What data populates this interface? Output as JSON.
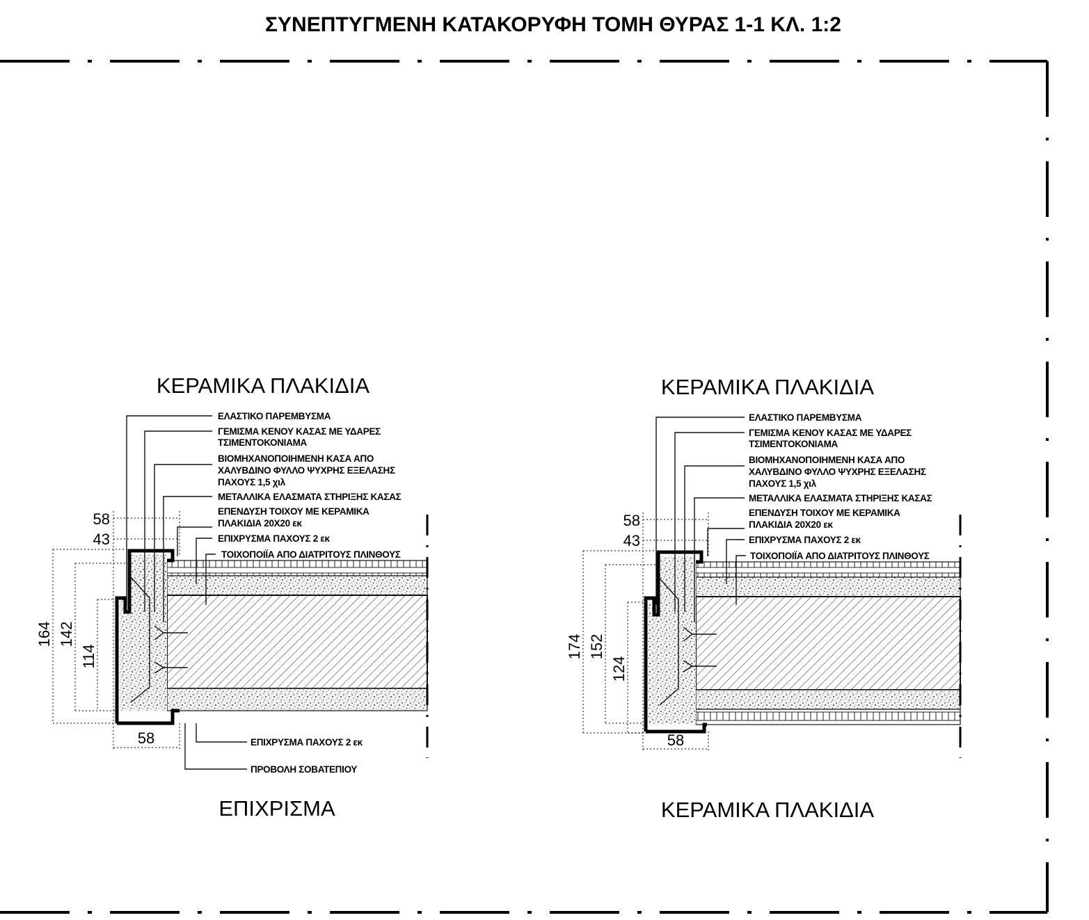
{
  "title": "ΣΥΝΕΠΤΥΓΜΕΝΗ ΚΑΤΑΚΟΡΥΦΗ ΤΟΜΗ  ΘΥΡΑΣ 1-1 ΚΛ. 1:2",
  "details": [
    {
      "top_heading": "ΚΕΡΑΜΙΚΑ ΠΛΑΚΙΔΙΑ",
      "bottom_heading": "ΕΠΙΧΡΙΣΜΑ",
      "labels": {
        "elastic": "ΕΛΑΣΤΙΚΟ ΠΑΡΕΜΒΥΣΜΑ",
        "fill_1": "ΓΕΜΙΣΜΑ ΚΕΝΟΥ ΚΑΣΑΣ ΜΕ ΥΔΑΡΕΣ",
        "fill_2": "ΤΣΙΜΕΝΤΟΚΟΝΙΑΜΑ",
        "frame_1": "ΒΙΟΜΗΧΑΝΟΠΟΙΗΜΕΝΗ ΚΑΣΑ ΑΠΟ",
        "frame_2": "ΧΑΛΥΒΔΙΝΟ ΦΥΛΛΟ ΨΥΧΡΗΣ ΕΞΕΛΑΣΗΣ",
        "frame_3": "ΠΑΧΟΥΣ 1,5 χιλ",
        "anchors": "ΜΕΤΑΛΛΙΚΑ ΕΛΑΣΜΑΤΑ ΣΤΗΡΙΞΗΣ ΚΑΣΑΣ",
        "cladding_1": "ΕΠΕΝΔΥΣΗ ΤΟΙΧΟΥ ΜΕ ΚΕΡΑΜΙΚΑ",
        "cladding_2": "ΠΛΑΚΙΔΙΑ 20Χ20 εκ",
        "plaster": "ΕΠΙΧΡΥΣΜΑ ΠΑΧΟΥΣ 2 εκ",
        "masonry": "ΤΟΙΧΟΠΟΙΪΑ ΑΠΟ ΔΙΑΤΡΙΤΟΥΣ ΠΛΙΝΘΟΥΣ",
        "plaster_bottom": "ΕΠΙΧΡΥΣΜΑ ΠΑΧΟΥΣ 2 εκ",
        "skirting": "ΠΡΟΒΟΛΗ ΣΟΒΑΤΕΠΙΟΥ"
      },
      "dims": {
        "top_outer": "58",
        "top_inner": "43",
        "bottom": "58",
        "h1": "164",
        "h2": "142",
        "h3": "114"
      }
    },
    {
      "top_heading": "ΚΕΡΑΜΙΚΑ ΠΛΑΚΙΔΙΑ",
      "bottom_heading": "ΚΕΡΑΜΙΚΑ ΠΛΑΚΙΔΙΑ",
      "labels": {
        "elastic": "ΕΛΑΣΤΙΚΟ ΠΑΡΕΜΒΥΣΜΑ",
        "fill_1": "ΓΕΜΙΣΜΑ ΚΕΝΟΥ ΚΑΣΑΣ ΜΕ ΥΔΑΡΕΣ",
        "fill_2": "ΤΣΙΜΕΝΤΟΚΟΝΙΑΜΑ",
        "frame_1": "ΒΙΟΜΗΧΑΝΟΠΟΙΗΜΕΝΗ ΚΑΣΑ ΑΠΟ",
        "frame_2": "ΧΑΛΥΒΔΙΝΟ ΦΥΛΛΟ ΨΥΧΡΗΣ ΕΞΕΛΑΣΗΣ",
        "frame_3": "ΠΑΧΟΥΣ 1,5 χιλ",
        "anchors": "ΜΕΤΑΛΛΙΚΑ ΕΛΑΣΜΑΤΑ ΣΤΗΡΙΞΗΣ ΚΑΣΑΣ",
        "cladding_1": "ΕΠΕΝΔΥΣΗ ΤΟΙΧΟΥ ΜΕ ΚΕΡΑΜΙΚΑ",
        "cladding_2": "ΠΛΑΚΙΔΙΑ 20Χ20 εκ",
        "plaster": "ΕΠΙΧΡΥΣΜΑ ΠΑΧΟΥΣ 2 εκ",
        "masonry": "ΤΟΙΧΟΠΟΙΪΑ ΑΠΟ ΔΙΑΤΡΙΤΟΥΣ ΠΛΙΝΘΟΥΣ"
      },
      "dims": {
        "top_outer": "58",
        "top_inner": "43",
        "bottom": "58",
        "h1": "174",
        "h2": "152",
        "h3": "124"
      }
    }
  ]
}
